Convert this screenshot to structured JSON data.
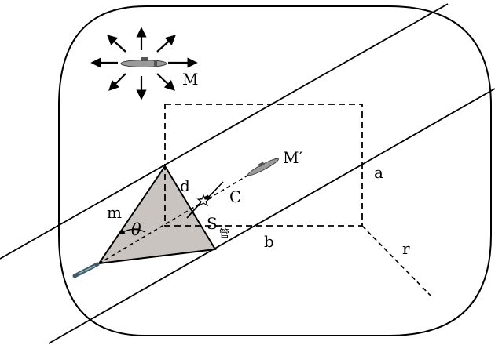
{
  "diagram": {
    "labels": {
      "target_M": "M",
      "target_M_prime": "M′",
      "point_C": "C",
      "distance_d": "d",
      "side_a": "a",
      "side_b": "b",
      "radius_r": "r",
      "distance_m": "m",
      "angle_theta": "θ",
      "point_S": "S",
      "point_S_subscript": "管"
    },
    "colors": {
      "stroke": "#000000",
      "sector_fill": "#c9c4c0",
      "submarine_body": "#9a9a9a"
    }
  }
}
